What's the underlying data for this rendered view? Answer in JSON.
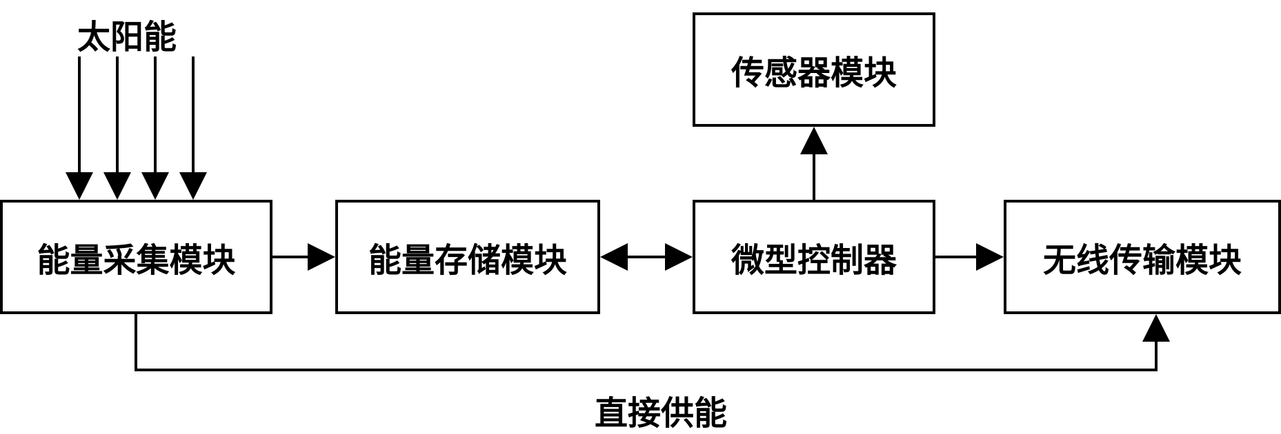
{
  "diagram": {
    "solar_label": "太阳能",
    "direct_supply_label": "直接供能",
    "modules": {
      "harvest": "能量采集模块",
      "storage": "能量存储模块",
      "mcu": "微型控制器",
      "wireless": "无线传输模块",
      "sensor": "传感器模块"
    },
    "edges": [
      {
        "from": "solar",
        "to": "harvest",
        "type": "arrow",
        "count": 4
      },
      {
        "from": "harvest",
        "to": "storage",
        "type": "arrow"
      },
      {
        "from": "storage",
        "to": "mcu",
        "type": "bidirectional"
      },
      {
        "from": "mcu",
        "to": "sensor",
        "type": "arrow"
      },
      {
        "from": "mcu",
        "to": "wireless",
        "type": "arrow"
      },
      {
        "from": "harvest",
        "to": "wireless",
        "type": "arrow",
        "label": "直接供能"
      }
    ]
  }
}
